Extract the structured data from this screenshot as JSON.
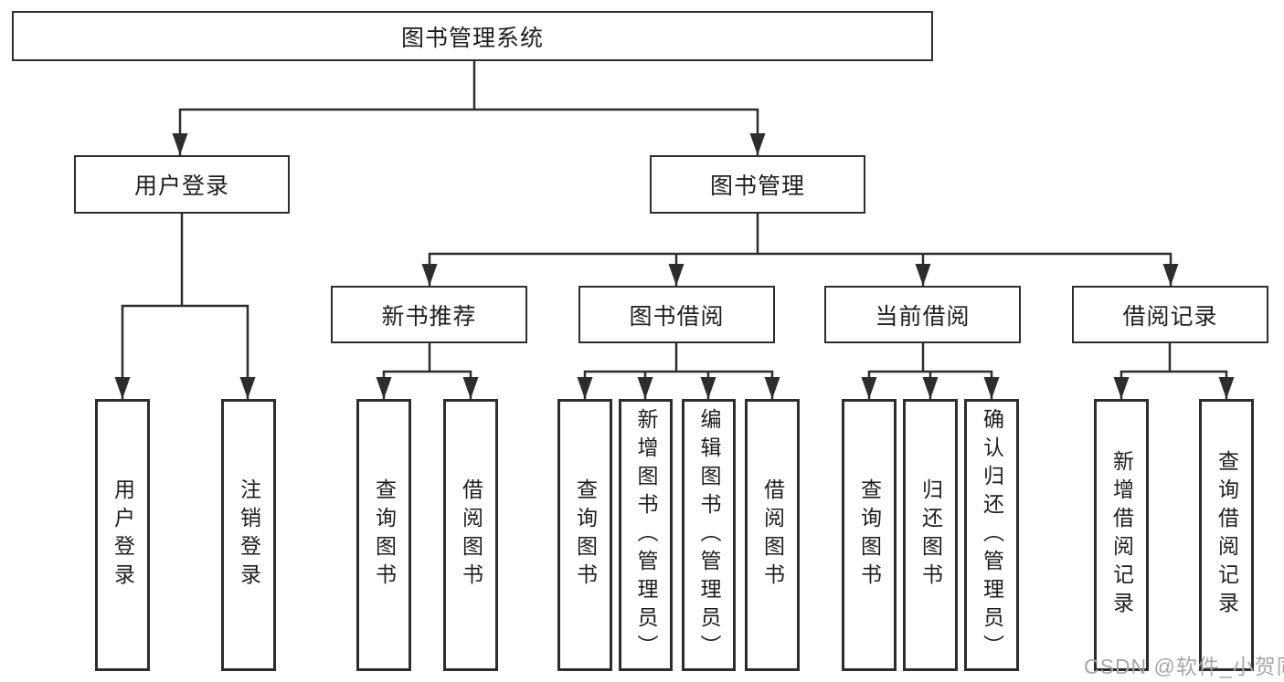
{
  "diagram": {
    "root": {
      "label": "图书管理系统"
    },
    "level1": [
      {
        "label": "用户登录"
      },
      {
        "label": "图书管理"
      }
    ],
    "level2": [
      {
        "label": "新书推荐"
      },
      {
        "label": "图书借阅"
      },
      {
        "label": "当前借阅"
      },
      {
        "label": "借阅记录"
      }
    ],
    "leaves": {
      "user_login": [
        "用户登录",
        "注销登录"
      ],
      "new_book": [
        "查询图书",
        "借阅图书"
      ],
      "borrow": [
        "查询图书",
        "新增图书（管理员）",
        "编辑图书（管理员）",
        "借阅图书"
      ],
      "current": [
        "查询图书",
        "归还图书",
        "确认归还（管理员）"
      ],
      "records": [
        "新增借阅记录",
        "查询借阅记录"
      ]
    }
  },
  "watermark": "CSDN @软件_小贺同学",
  "colors": {
    "line": "#2d2d2d",
    "text": "#1e1e1e",
    "watermark": "#a7a7a7",
    "background": "#ffffff"
  }
}
